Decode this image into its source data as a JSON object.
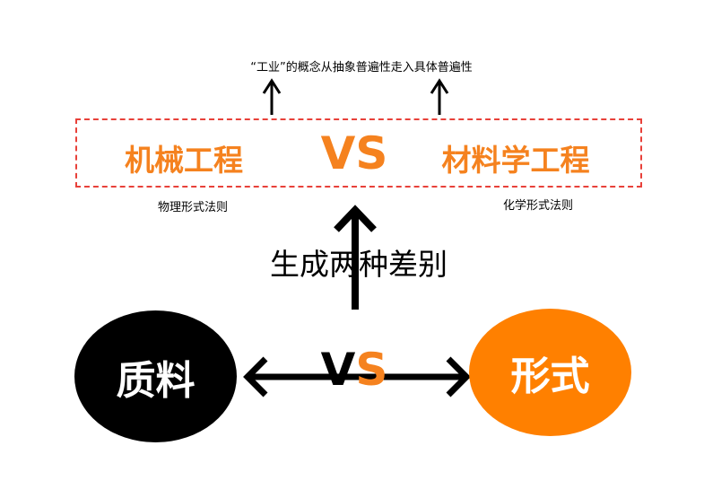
{
  "diagram": {
    "top_caption": "“工业”的概念从抽象普遍性走入具体普遍性",
    "engineering_box": {
      "left_label": "机械工程",
      "vs_label": "VS",
      "right_label": "材料学工程"
    },
    "left_sublabel": "物理形式法则",
    "right_sublabel": "化学形式法则",
    "generate_label": "生成两种差别",
    "left_circle_label": "质料",
    "right_circle_label": "形式",
    "bottom_vs_v": "V",
    "bottom_vs_s": "S",
    "colors": {
      "accent_orange": "#f5821f",
      "circle_orange": "#ff8000",
      "dashed_red": "#e8413a",
      "black": "#000000"
    }
  }
}
